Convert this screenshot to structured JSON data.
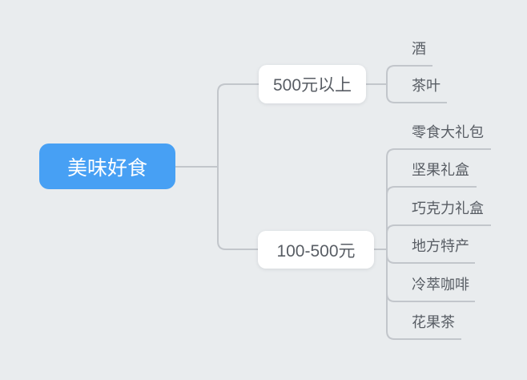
{
  "canvas": {
    "background_color": "#e9ecee",
    "line_color": "#c2c6cb"
  },
  "mindmap": {
    "root": {
      "label": "美味好食",
      "bg_color": "#47a0f4",
      "text_color": "#ffffff"
    },
    "branches": [
      {
        "label": "500元以上",
        "bg_color": "#ffffff",
        "text_color": "#585d64",
        "children": [
          {
            "label": "酒"
          },
          {
            "label": "茶叶"
          }
        ]
      },
      {
        "label": "100-500元",
        "bg_color": "#ffffff",
        "text_color": "#585d64",
        "children": [
          {
            "label": "零食大礼包"
          },
          {
            "label": "坚果礼盒"
          },
          {
            "label": "巧克力礼盒"
          },
          {
            "label": "地方特产"
          },
          {
            "label": "冷萃咖啡"
          },
          {
            "label": "花果茶"
          }
        ]
      }
    ]
  }
}
